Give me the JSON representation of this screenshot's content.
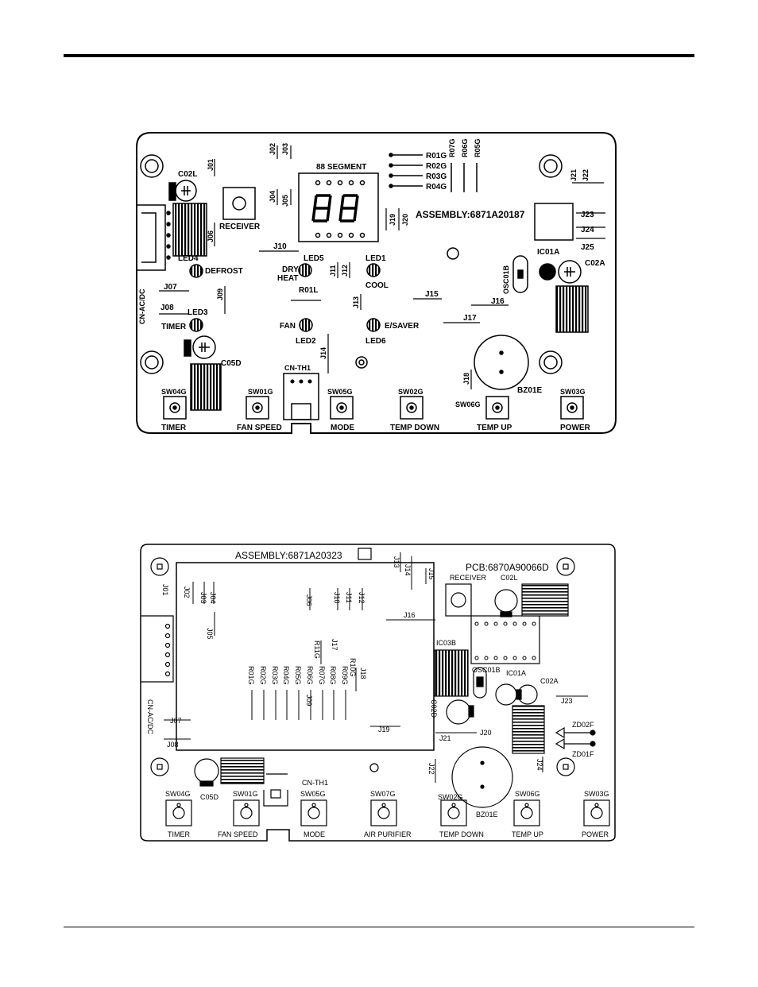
{
  "board1": {
    "segment_label": "88 SEGMENT",
    "assembly": "ASSEMBLY:6871A20187",
    "receiver": "RECEIVER",
    "cn_acdc": "CN-AC/DC",
    "cn_th1": "CN-TH1",
    "caps": {
      "c02l": "C02L",
      "c05d": "C05D",
      "c02a": "C02A"
    },
    "ics": {
      "ic01a": "IC01A",
      "osc01b": "OSC01B",
      "bz01e": "BZ01E"
    },
    "leds": {
      "led4": "LED4",
      "led5": "LED5",
      "led1": "LED1",
      "led3": "LED3",
      "led2": "LED2",
      "led6": "LED6",
      "defrost": "DEFROST",
      "dry": "DRY",
      "heat": "HEAT",
      "cool": "COOL",
      "timer": "TIMER",
      "fan": "FAN",
      "esaver": "E/SAVER"
    },
    "resistors": {
      "r01g": "R01G",
      "r02g": "R02G",
      "r03g": "R03G",
      "r04g": "R04G",
      "r07g": "R07G",
      "r06g": "R06G",
      "r05g": "R05G",
      "r01l": "R01L"
    },
    "jumpers": {
      "j01": "J01",
      "j02": "J02",
      "j03": "J03",
      "j04": "J04",
      "j05": "J05",
      "j06": "J06",
      "j07": "J07",
      "j08": "J08",
      "j09": "J09",
      "j10": "J10",
      "j11": "J11",
      "j12": "J12",
      "j13": "J13",
      "j14": "J14",
      "j15": "J15",
      "j16": "J16",
      "j17": "J17",
      "j18": "J18",
      "j19": "J19",
      "j20": "J20",
      "j21": "J21",
      "j22": "J22",
      "j23": "J23",
      "j24": "J24",
      "j25": "J25"
    },
    "switches": [
      {
        "id": "SW04G",
        "label": "TIMER"
      },
      {
        "id": "SW01G",
        "label": "FAN SPEED"
      },
      {
        "id": "SW05G",
        "label": "MODE"
      },
      {
        "id": "SW02G",
        "label": "TEMP DOWN"
      },
      {
        "id": "SW06G",
        "label": "TEMP UP"
      },
      {
        "id": "SW03G",
        "label": "POWER"
      }
    ]
  },
  "board2": {
    "assembly": "ASSEMBLY:6871A20323",
    "pcb": "PCB:6870A90066D",
    "receiver": "RECEIVER",
    "cn_acdc": "CN-AC/DC",
    "cn_th1": "CN-TH1",
    "caps": {
      "c02l": "C02L",
      "c02a": "C02A",
      "c05d": "C05D",
      "c02d": "C02D"
    },
    "ics": {
      "ic01a": "IC01A",
      "ic03b": "IC03B",
      "osc01b": "OSC01B",
      "bz01e": "BZ01E"
    },
    "zeners": {
      "zd02f": "ZD02F",
      "zd01f": "ZD01F"
    },
    "resistors": [
      "R01G",
      "R02G",
      "R03G",
      "R04G",
      "R05G",
      "R06G",
      "R07G",
      "R08G",
      "R09G"
    ],
    "resistors_extra": {
      "r11g": "R11G",
      "r10g": "R10G"
    },
    "jumpers": {
      "j01": "J01",
      "j02": "J02",
      "j03": "J03",
      "j04": "J04",
      "j05": "J05",
      "j06": "J06",
      "j07": "J07",
      "j08": "J08",
      "j09": "J09",
      "j10": "J10",
      "j11": "J11",
      "j12": "J12",
      "j13": "J13",
      "j14": "J14",
      "j15": "J15",
      "j16": "J16",
      "j17": "J17",
      "j18": "J18",
      "j19": "J19",
      "j20": "J20",
      "j21": "J21",
      "j22": "J22",
      "j23": "J23",
      "j24": "J24"
    },
    "switches": [
      {
        "id": "SW04G",
        "label": "TIMER"
      },
      {
        "id": "SW01G",
        "label": "FAN SPEED"
      },
      {
        "id": "SW05G",
        "label": "MODE"
      },
      {
        "id": "SW07G",
        "label": "AIR PURIFIER"
      },
      {
        "id": "SW02G",
        "label": "TEMP DOWN"
      },
      {
        "id": "SW06G",
        "label": "TEMP UP"
      },
      {
        "id": "SW03G",
        "label": "POWER"
      }
    ]
  }
}
